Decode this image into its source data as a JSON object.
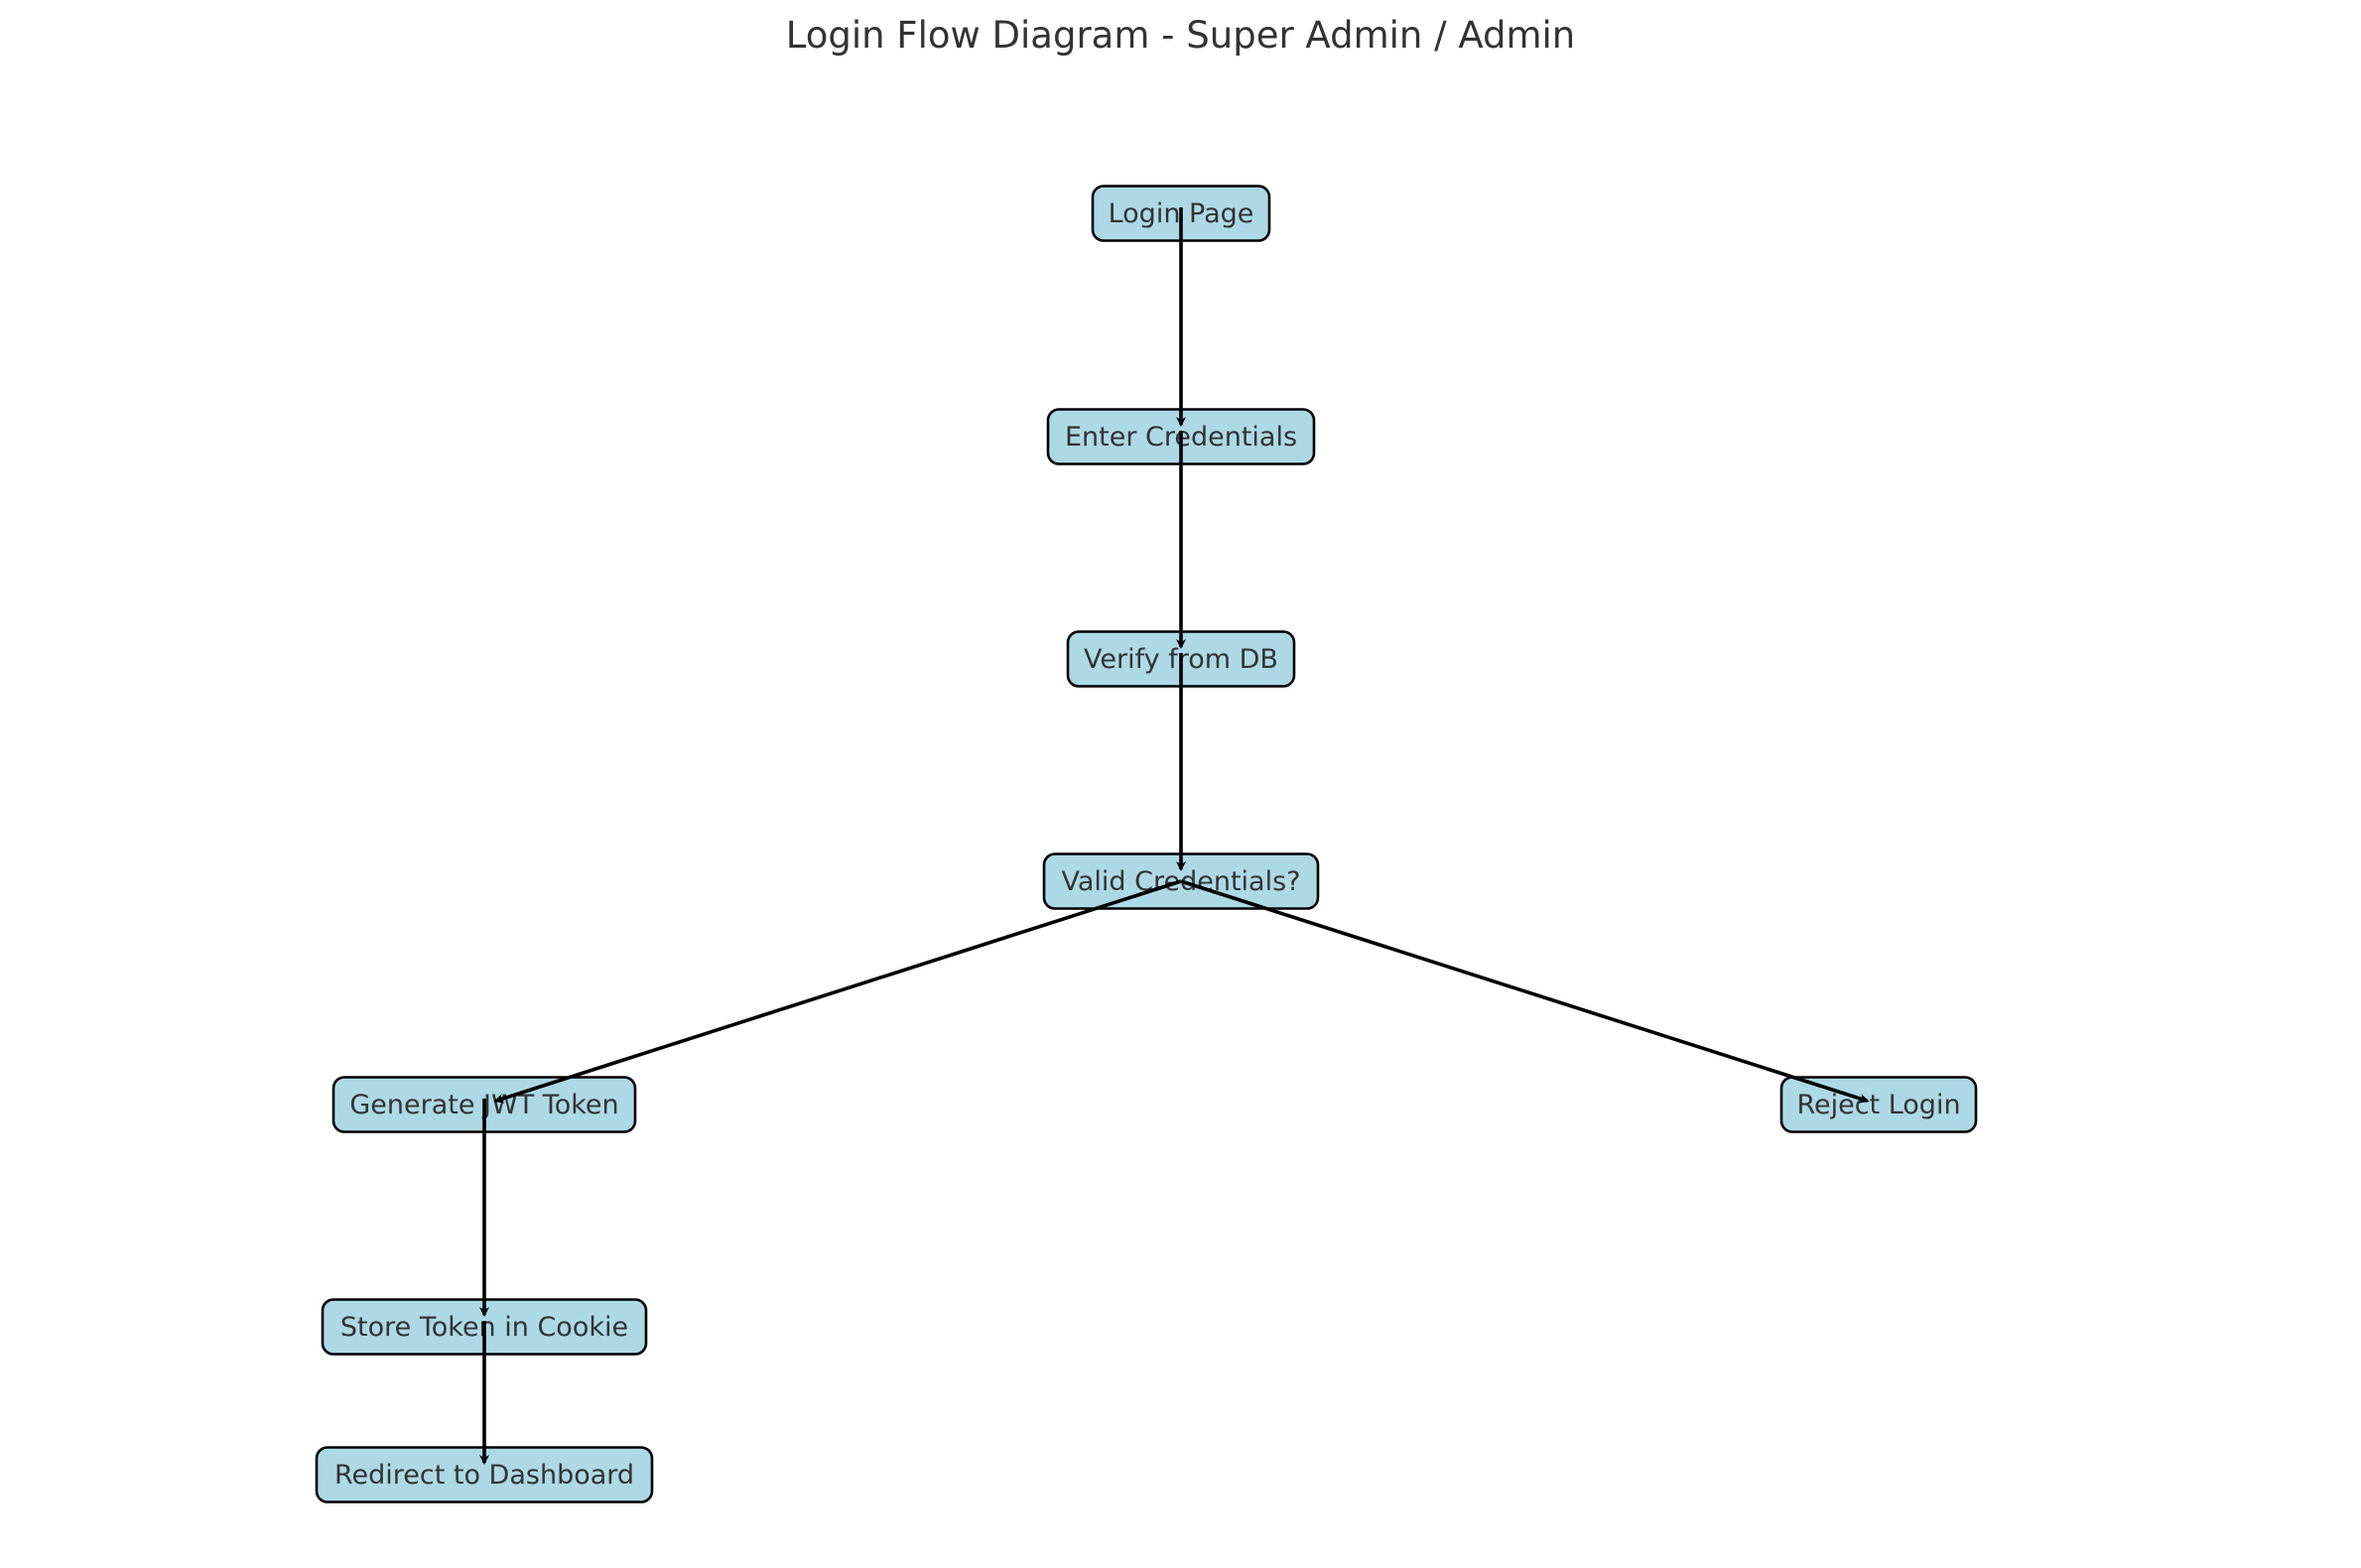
{
  "title": "Login Flow Diagram - Super Admin / Admin",
  "colors": {
    "node_fill": "#add8e6",
    "node_stroke": "#000000",
    "edge": "#000000",
    "text": "#333333"
  },
  "nodes": [
    {
      "id": "login_page",
      "label": "Login Page"
    },
    {
      "id": "enter_credentials",
      "label": "Enter Credentials"
    },
    {
      "id": "verify_db",
      "label": "Verify from DB"
    },
    {
      "id": "valid_credentials",
      "label": "Valid Credentials?"
    },
    {
      "id": "generate_jwt",
      "label": "Generate JWT Token"
    },
    {
      "id": "reject_login",
      "label": "Reject Login"
    },
    {
      "id": "store_token",
      "label": "Store Token in Cookie"
    },
    {
      "id": "redirect_dashboard",
      "label": "Redirect to Dashboard"
    }
  ],
  "edges": [
    {
      "from": "login_page",
      "to": "enter_credentials"
    },
    {
      "from": "enter_credentials",
      "to": "verify_db"
    },
    {
      "from": "verify_db",
      "to": "valid_credentials"
    },
    {
      "from": "valid_credentials",
      "to": "generate_jwt"
    },
    {
      "from": "valid_credentials",
      "to": "reject_login"
    },
    {
      "from": "generate_jwt",
      "to": "store_token"
    },
    {
      "from": "store_token",
      "to": "redirect_dashboard"
    }
  ]
}
